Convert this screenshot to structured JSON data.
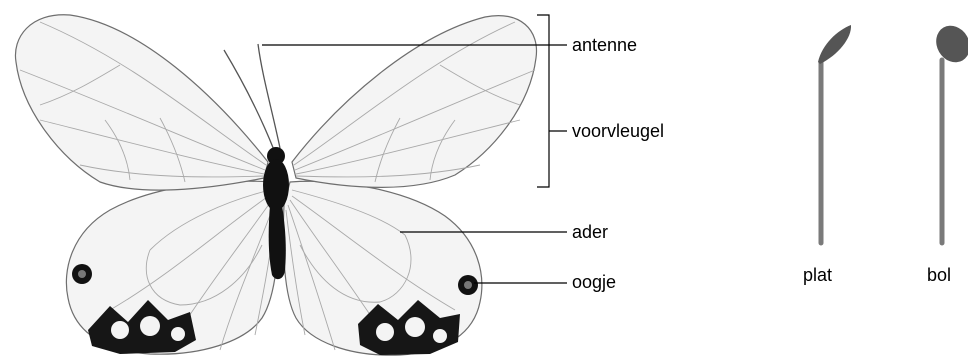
{
  "labels": {
    "antenne": "antenne",
    "voorvleugel": "voorvleugel",
    "ader": "ader",
    "oogje": "oogje"
  },
  "antenna_types": [
    {
      "label": "plat"
    },
    {
      "label": "bol"
    }
  ],
  "colors": {
    "wing_fill": "#f4f4f4",
    "wing_edge": "#6e6e6e",
    "antenna_gray": "#7a7a7a",
    "pattern_dark": "#161616"
  }
}
